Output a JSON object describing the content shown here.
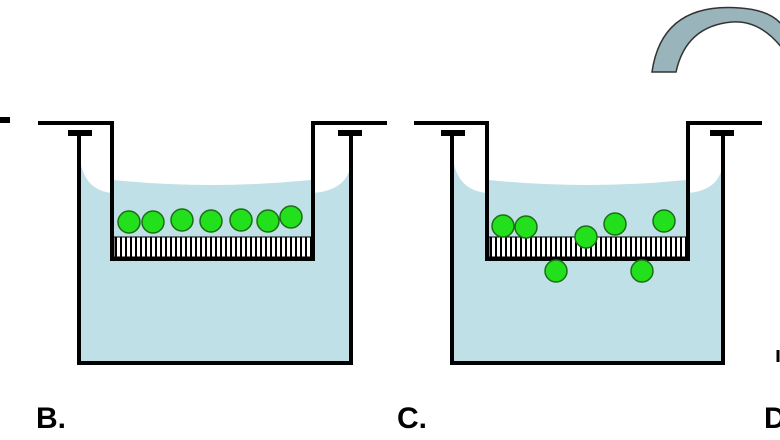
{
  "labels": {
    "b": "B.",
    "c": "C.",
    "d": "D"
  },
  "colors": {
    "medium": "#bfe0e6",
    "cell": "#22e01c",
    "cell_outline": "#1b6e15",
    "wall": "#000000",
    "membrane_stripe": "#000000",
    "cover": "#9ab4bc"
  },
  "icons": {
    "well": "transwell-insert",
    "cell": "cell-circle",
    "membrane": "porous-membrane",
    "cover": "curved-lid"
  }
}
